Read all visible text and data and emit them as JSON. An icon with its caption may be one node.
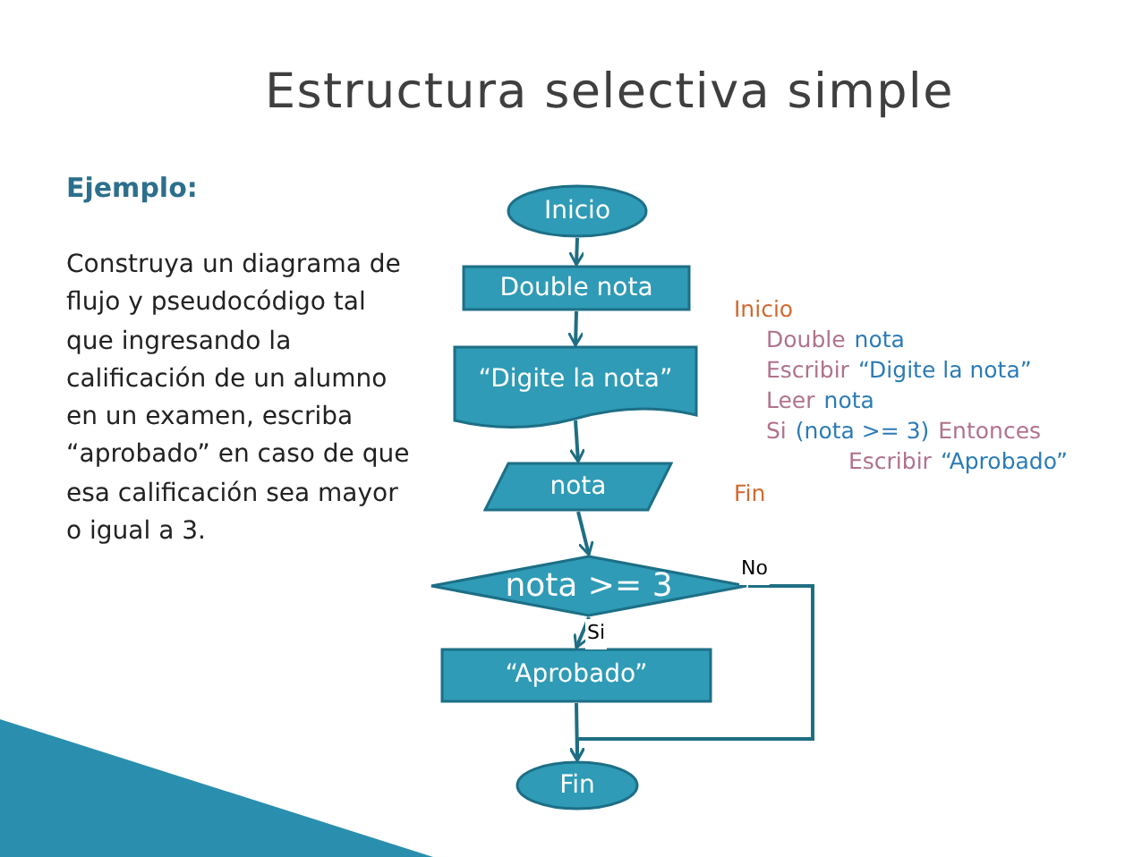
{
  "diagram": {
    "title": "Estructura selectiva simple",
    "nodes": [
      {
        "text": [
          "Inicio"
        ]
      },
      {
        "text": [
          "Double nota"
        ]
      },
      {
        "text": [
          "“Digite la nota”"
        ]
      },
      {
        "text": [
          "nota"
        ]
      },
      {
        "text": [
          "nota >= 3"
        ]
      },
      {
        "text": [
          "“Aprobado”"
        ]
      },
      {
        "text": [
          "Fin"
        ]
      }
    ],
    "edges": [
      {
        "from": 0,
        "to": 1,
        "arrow": "to"
      },
      {
        "from": 1,
        "to": 2,
        "arrow": "to"
      },
      {
        "from": 2,
        "to": 3,
        "arrow": "to"
      },
      {
        "from": 3,
        "to": 4,
        "arrow": "to"
      },
      {
        "from": 4,
        "to": 5,
        "arrow": "to",
        "label": "Si"
      },
      {
        "from": 4,
        "to": 6,
        "arrow": "to",
        "label": "No"
      },
      {
        "from": 5,
        "to": 6,
        "arrow": "to"
      }
    ],
    "labels": [
      "Ejemplo:",
      "Construya un diagrama de flujo y pseudocódigo tal que ingresando la calificación de un alumno en un examen, escriba “aprobado” en caso de que esa calificación sea mayor o igual a 3.",
      "Inicio",
      "Double",
      "nota",
      "Escribir",
      "“Digite la nota”",
      "Leer",
      "nota",
      "Si",
      "(nota >= 3)",
      "Entonces",
      "Escribir",
      "“Aprobado”",
      "Fin"
    ]
  }
}
